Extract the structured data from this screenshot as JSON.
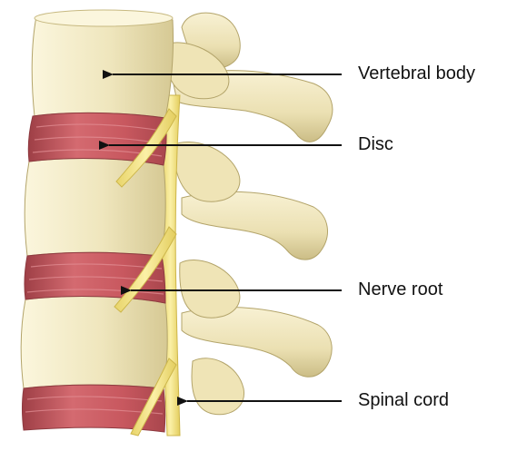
{
  "labels": {
    "vertebral_body": "Vertebral body",
    "disc": "Disc",
    "nerve_root": "Nerve root",
    "spinal_cord": "Spinal cord"
  },
  "colors": {
    "bone_fill": "#efe6bd",
    "bone_highlight": "#fbf6dd",
    "bone_shadow": "#cbbd86",
    "bone_outline": "#a89a62",
    "disc_fill": "#c8585f",
    "disc_dark": "#9e3f46",
    "disc_light": "#e4868b",
    "nerve_fill": "#f5e58a",
    "nerve_outline": "#cdb64a",
    "arrow": "#111111"
  }
}
